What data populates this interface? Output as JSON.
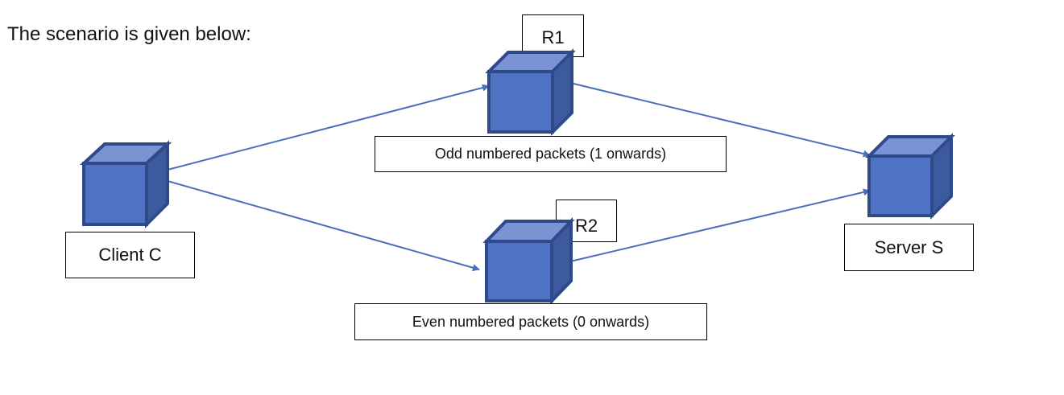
{
  "intro": "The scenario is given below:",
  "nodes": {
    "client": {
      "label": "Client C"
    },
    "r1": {
      "label": "R1",
      "note": "Odd numbered packets (1 onwards)"
    },
    "r2": {
      "label": "R2",
      "note": "Even numbered packets (0 onwards)"
    },
    "server": {
      "label": "Server S"
    }
  },
  "colors": {
    "cube_front": "#4f72c4",
    "cube_top": "#7a93d4",
    "cube_side": "#3d5aa0",
    "cube_stroke": "#2f4a88",
    "arrow": "#4a6fc0"
  }
}
